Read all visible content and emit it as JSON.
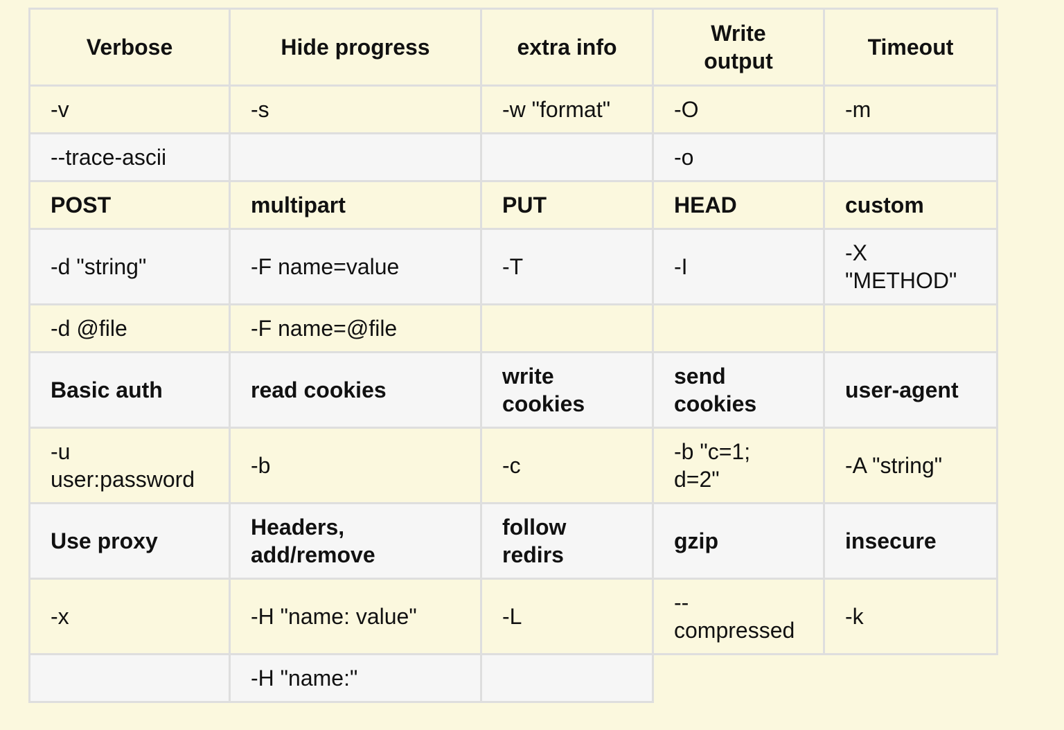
{
  "column_widths": [
    289,
    363,
    248,
    247,
    250
  ],
  "rows": [
    {
      "height": "head",
      "cells": [
        {
          "text": "Verbose",
          "bold": true,
          "center": true,
          "bg": "y"
        },
        {
          "text": "Hide progress",
          "bold": true,
          "center": true,
          "bg": "y"
        },
        {
          "text": "extra info",
          "bold": true,
          "center": true,
          "bg": "y"
        },
        {
          "text": "Write\noutput",
          "bold": true,
          "center": true,
          "bg": "y"
        },
        {
          "text": "Timeout",
          "bold": true,
          "center": true,
          "bg": "y"
        }
      ]
    },
    {
      "height": "short",
      "cells": [
        {
          "text": "-v",
          "bg": "y"
        },
        {
          "text": "-s",
          "bg": "y"
        },
        {
          "text": "-w \"format\"",
          "bg": "y"
        },
        {
          "text": "-O",
          "bg": "y"
        },
        {
          "text": "-m",
          "bg": "y"
        }
      ]
    },
    {
      "height": "short",
      "cells": [
        {
          "text": "--trace-ascii",
          "bg": "g"
        },
        {
          "text": "",
          "bg": "g"
        },
        {
          "text": "",
          "bg": "g"
        },
        {
          "text": "-o",
          "bg": "g"
        },
        {
          "text": "",
          "bg": "g"
        }
      ]
    },
    {
      "height": "short",
      "cells": [
        {
          "text": "POST",
          "bold": true,
          "bg": "y"
        },
        {
          "text": "multipart",
          "bold": true,
          "bg": "y"
        },
        {
          "text": "PUT",
          "bold": true,
          "bg": "y"
        },
        {
          "text": "HEAD",
          "bold": true,
          "bg": "y"
        },
        {
          "text": "custom",
          "bold": true,
          "bg": "y"
        }
      ]
    },
    {
      "height": "tall",
      "cells": [
        {
          "text": "-d \"string\"",
          "bg": "g"
        },
        {
          "text": "-F name=value",
          "bg": "g"
        },
        {
          "text": "-T",
          "bg": "g"
        },
        {
          "text": "-I",
          "bg": "g"
        },
        {
          "text": "-X\n\"METHOD\"",
          "bg": "g"
        }
      ]
    },
    {
      "height": "short",
      "cells": [
        {
          "text": "-d @file",
          "bg": "y"
        },
        {
          "text": "-F name=@file",
          "bg": "y"
        },
        {
          "text": "",
          "bg": "y"
        },
        {
          "text": "",
          "bg": "y"
        },
        {
          "text": "",
          "bg": "y"
        }
      ]
    },
    {
      "height": "tall",
      "cells": [
        {
          "text": "Basic auth",
          "bold": true,
          "bg": "g"
        },
        {
          "text": "read cookies",
          "bold": true,
          "bg": "g"
        },
        {
          "text": "write\ncookies",
          "bold": true,
          "bg": "g"
        },
        {
          "text": "send\ncookies",
          "bold": true,
          "bg": "g"
        },
        {
          "text": "user-agent",
          "bold": true,
          "bg": "g"
        }
      ]
    },
    {
      "height": "tall",
      "cells": [
        {
          "text": "-u\nuser:password",
          "bg": "y"
        },
        {
          "text": "-b",
          "bg": "y"
        },
        {
          "text": "-c",
          "bg": "y"
        },
        {
          "text": "-b \"c=1;\nd=2\"",
          "bg": "y"
        },
        {
          "text": "-A \"string\"",
          "bg": "y"
        }
      ]
    },
    {
      "height": "tall",
      "cells": [
        {
          "text": "Use proxy",
          "bold": true,
          "bg": "g"
        },
        {
          "text": "Headers,\nadd/remove",
          "bold": true,
          "bg": "g"
        },
        {
          "text": "follow\nredirs",
          "bold": true,
          "bg": "g"
        },
        {
          "text": "gzip",
          "bold": true,
          "bg": "g"
        },
        {
          "text": "insecure",
          "bold": true,
          "bg": "g"
        }
      ]
    },
    {
      "height": "tall",
      "cells": [
        {
          "text": "-x",
          "bg": "y"
        },
        {
          "text": "-H \"name: value\"",
          "bg": "y"
        },
        {
          "text": "-L",
          "bg": "y"
        },
        {
          "text": "--\ncompressed",
          "bg": "y"
        },
        {
          "text": "-k",
          "bg": "y"
        }
      ]
    },
    {
      "height": "short",
      "cells": [
        {
          "text": "",
          "bg": "g"
        },
        {
          "text": "-H \"name:\"",
          "bg": "g"
        },
        {
          "text": "",
          "bg": "g"
        },
        {
          "text": "",
          "empty": true
        },
        {
          "text": "",
          "empty": true
        }
      ]
    }
  ]
}
